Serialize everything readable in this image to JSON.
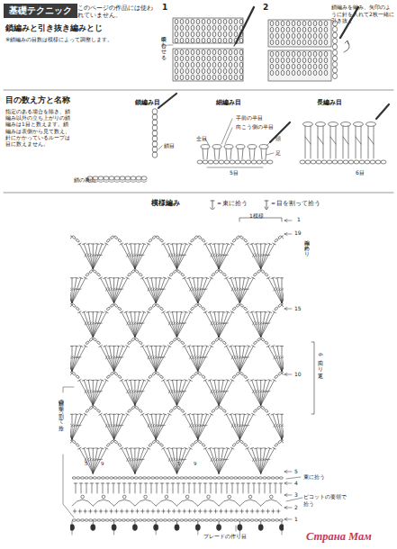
{
  "diagram": {
    "title": "基礎テクニック",
    "labels": [
      "このページの作品には使われていません。",
      "鎖編みと引き抜き編みとじ",
      "※鎖編みの目数は模様によって調整します。",
      "1",
      "中表に合わせる",
      "2",
      "鎖編みを編み、矢印のように針を入れて2枚一緒に引き抜く",
      "目の数え方と名称",
      "指定のある場合を除き、鎖編み以外の立ち上がりの鎖編みは1目と数えます。鎖編みは表側から見て数え、針にかかっているループは目に数えません。",
      "鎖編み目",
      "鎖目",
      "鎖の裏山",
      "細編み目",
      "手前の半目",
      "向こう側の半目",
      "全目",
      "頭",
      "足",
      "5目",
      "長編み目",
      "6目",
      "模様編み",
      "1模様",
      "1",
      "19",
      "編み終わり",
      "15",
      "10",
      "6回くり返す",
      "5",
      "束に拾う",
      "4",
      "3",
      "ピコットの要領で拾う",
      "2",
      "1",
      "ブレードの作り目",
      "鎖目の頭を割って拾う",
      "5",
      "9",
      "5",
      "9",
      "Страна Мам"
    ],
    "legend": [
      {
        "text": "＝束に拾う"
      },
      {
        "text": "＝目を割って拾う"
      }
    ]
  }
}
